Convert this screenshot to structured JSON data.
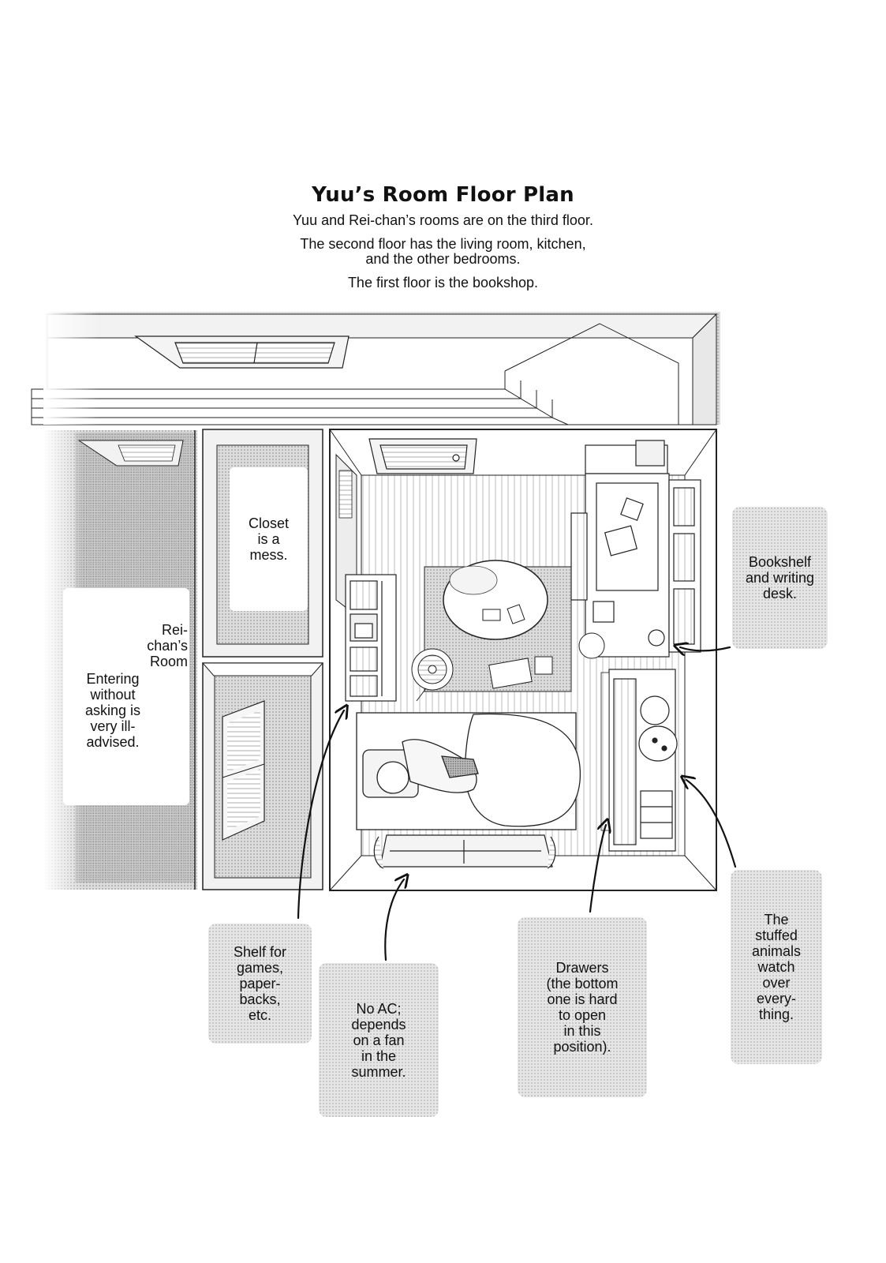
{
  "header": {
    "title": "Yuu’s Room Floor Plan",
    "line1": "Yuu and Rei-chan’s rooms are on the third floor.",
    "line2a": "The second floor has the living room, kitchen,",
    "line2b": "and the other bedrooms.",
    "line3": "The first floor is the bookshop."
  },
  "labels": {
    "closet": "Closet\nis a\nmess.",
    "rei_room": "Rei-\nchan’s\nRoom",
    "rei_warning": "Entering\nwithout\nasking is\nvery ill-\nadvised.",
    "bookshelf_desk": "Bookshelf\nand writing\ndesk.",
    "shelf_games": "Shelf for\ngames,\npaper-\nbacks,\netc.",
    "no_ac": "No AC;\ndepends\non a fan\nin the\nsummer.",
    "drawers": "Drawers\n(the bottom\none is hard\nto open\nin this\nposition).",
    "stuffed_animals": "The\nstuffed\nanimals\nwatch\nover\nevery-\nthing."
  },
  "colors": {
    "line": "#1a1a1a",
    "tone": "#d9d9d9",
    "tone_dark": "#a8a8a8"
  }
}
